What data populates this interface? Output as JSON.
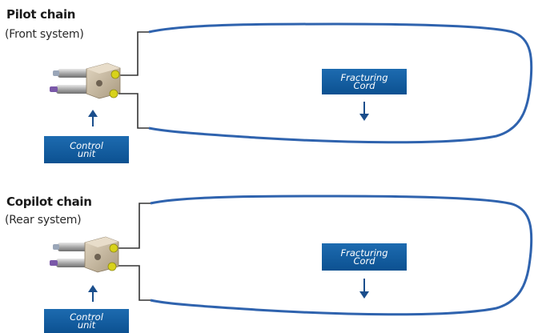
{
  "chains": [
    {
      "title": "Pilot chain",
      "subtitle": "(Front system)",
      "cord_label": [
        "Fracturing",
        "Cord"
      ],
      "control_label": [
        "Control",
        "unit"
      ]
    },
    {
      "title": "Copilot chain",
      "subtitle": "(Rear system)",
      "cord_label": [
        "Fracturing",
        "Cord"
      ],
      "control_label": [
        "Control",
        "unit"
      ]
    }
  ],
  "colors": {
    "cord": "#2f63ae",
    "box_fill": "#0f5596",
    "arrow": "#1a4e8c",
    "wire": "#333333",
    "connector_body": "#c9b79c",
    "connector_pin": "#d8d21a"
  },
  "icons": {
    "connector": "detonator-connector-icon",
    "arrow_up": "arrow-up-icon",
    "arrow_down": "arrow-down-icon"
  }
}
